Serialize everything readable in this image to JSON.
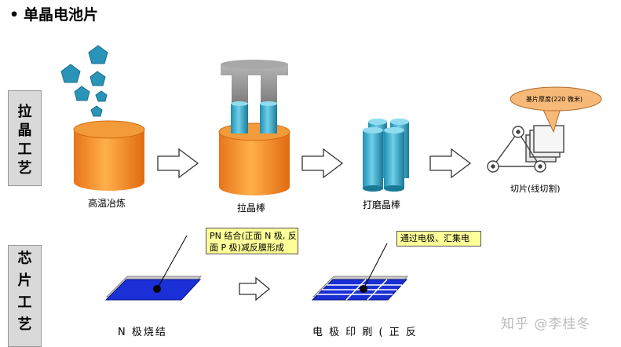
{
  "title": {
    "bullet": "•",
    "text": "单晶电池片"
  },
  "rows": {
    "row1": {
      "chars": [
        "拉",
        "晶",
        "工",
        "艺"
      ]
    },
    "row2": {
      "chars": [
        "芯",
        "片",
        "工",
        "艺"
      ]
    }
  },
  "steps": {
    "smelting": "高温冶炼",
    "pulling": "拉晶棒",
    "grinding": "打磨晶棒",
    "cutting": "切片(线切割)",
    "sintering": "N 极烧结",
    "printing": "电 极 印 刷 ( 正 反"
  },
  "callouts": {
    "thickness": "基片厚度(220 微米)",
    "pn_line1": "PN 结合(正面 N 极, 反",
    "pn_line2": "面 P 极)减反膜形成",
    "electrode": "通过电极、汇集电"
  },
  "watermark": "知乎 @李桂冬"
}
